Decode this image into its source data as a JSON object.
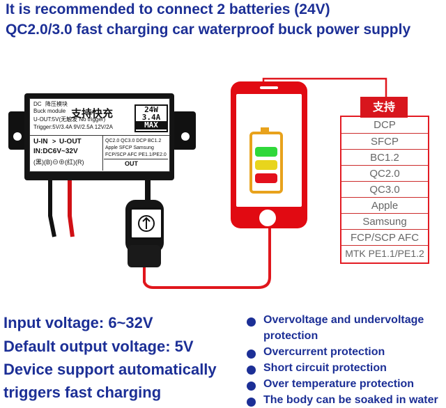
{
  "header": {
    "line1": "It is recommended to connect 2 batteries (24V)",
    "line2": "QC2.0/3.0 fast charging car waterproof buck power supply"
  },
  "module": {
    "dc": "DC",
    "cn_module": "降压模块",
    "buck": "Buck module",
    "title_cn": "支持快充",
    "badge": [
      "24W",
      "3.4A",
      "MAX"
    ],
    "uout_spec": "U-OUT:5V(无触发 No trigger)",
    "trigger_spec": "Trigger:5V/3.4A  9V/2.5A 12V/2A",
    "uin": "U-IN",
    "uout": "U-OUT",
    "input_range": "IN:DC6V~32V",
    "polarity": "(黑)(B)⊖⊕(红)(R)",
    "proto_row1": "QC2.0  QC3.0  DCP  BC1.2",
    "proto_row2": "Apple   SFCP  Samsung",
    "proto_row3": "FCP/SCP AFC   PE1.1/PE2.0",
    "out": "OUT"
  },
  "support": {
    "tag": "支持",
    "items": [
      "DCP",
      "SFCP",
      "BC1.2",
      "QC2.0",
      "QC3.0",
      "Apple",
      "Samsung",
      "FCP/SCP AFC",
      "MTK PE1.1/PE1.2"
    ]
  },
  "specs": {
    "line1": "Input voltage: 6~32V",
    "line2": "Default output voltage: 5V",
    "line3": "Device support automatically",
    "line4": "triggers fast charging"
  },
  "features": [
    "Overvoltage and undervoltage",
    "protection",
    "Overcurrent protection",
    "Short circuit protection",
    "Over temperature protection",
    "The body can be soaked in water"
  ],
  "colors": {
    "text_blue": "#1c2f96",
    "phone_red": "#e10a12",
    "battery_green": "#2fd83a",
    "battery_yellow": "#e8d51c",
    "battery_red": "#e3101c"
  }
}
